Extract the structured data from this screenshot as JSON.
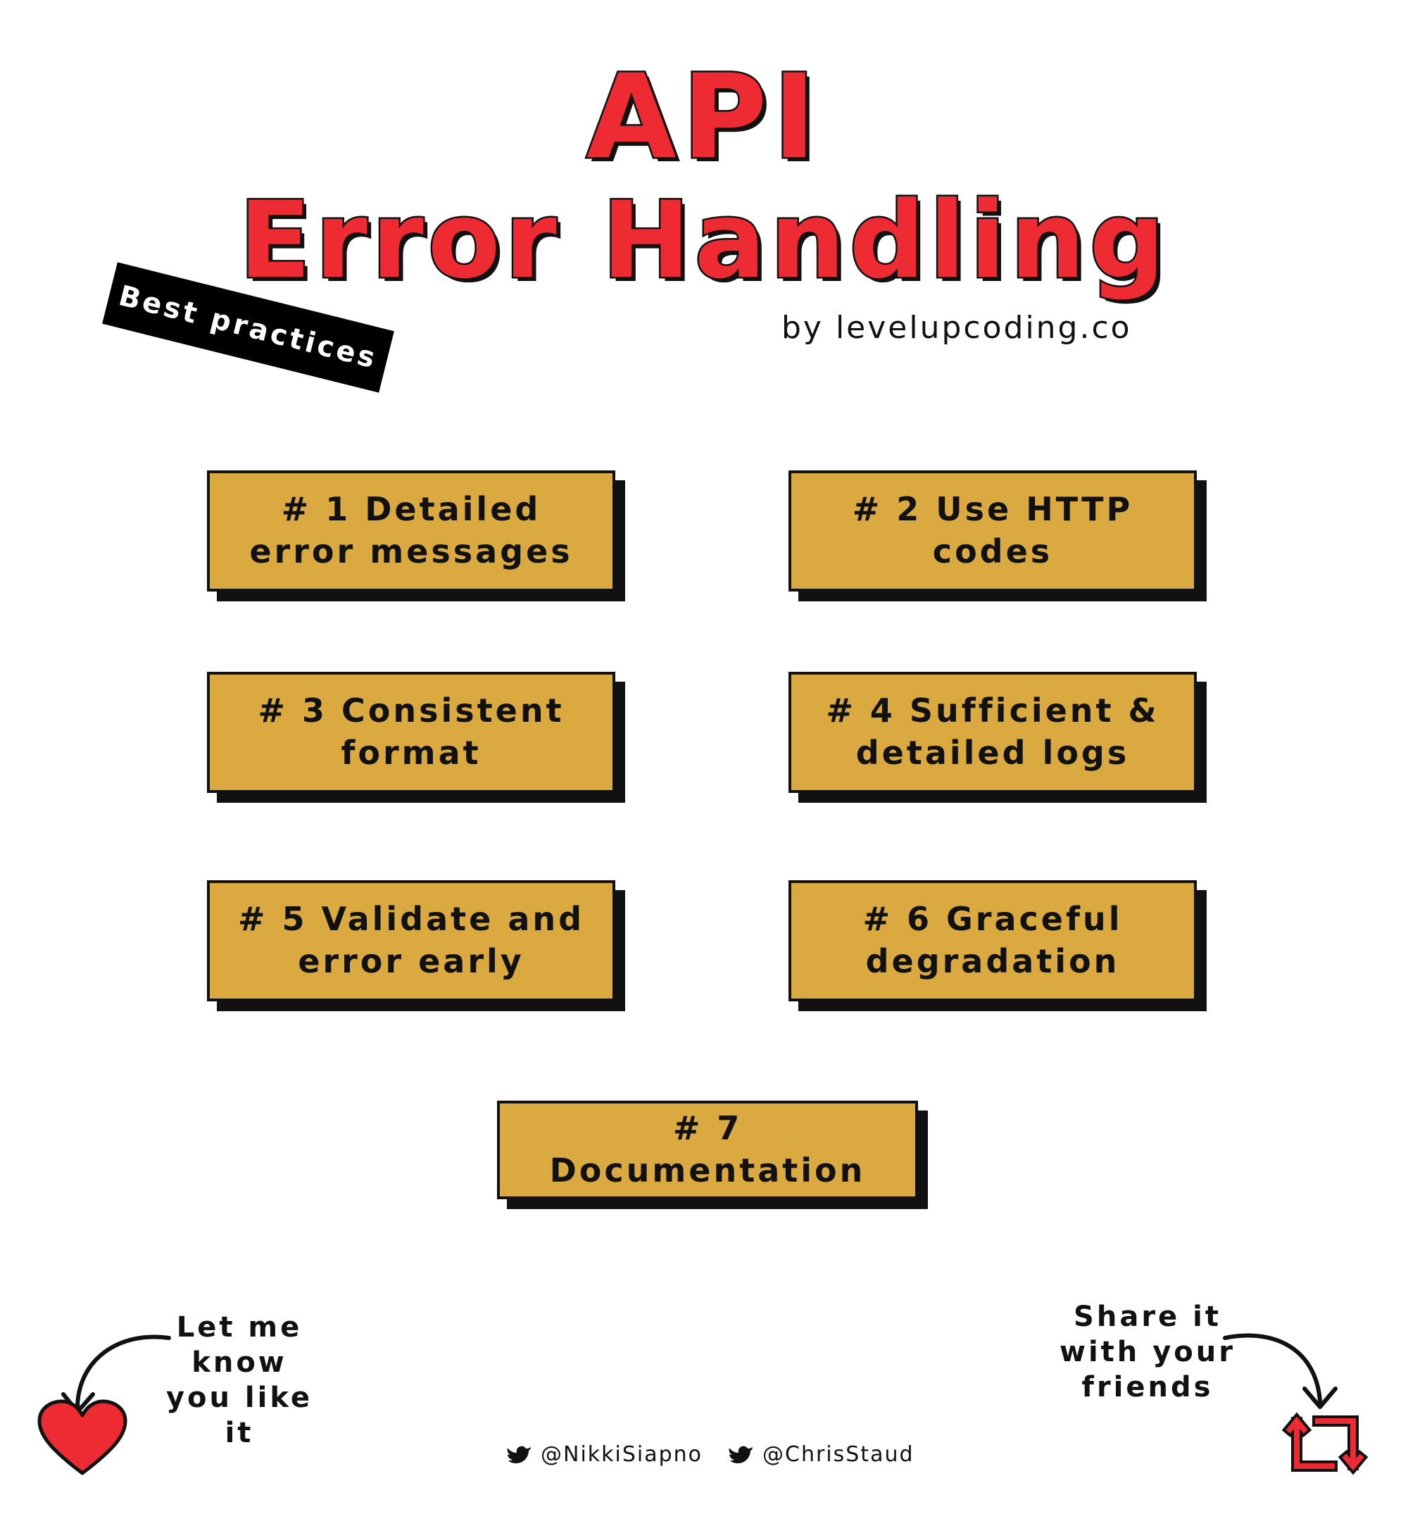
{
  "title": {
    "line1": "API",
    "line2": "Error Handling"
  },
  "byline": "by levelupcoding.co",
  "badge": "Best practices",
  "practices": [
    {
      "label": "# 1  Detailed error messages"
    },
    {
      "label": "# 2  Use HTTP codes"
    },
    {
      "label": "# 3  Consistent format"
    },
    {
      "label": "# 4  Sufficient & detailed logs"
    },
    {
      "label": "# 5  Validate and error early"
    },
    {
      "label": "# 6  Graceful degradation"
    },
    {
      "label": "# 7  Documentation"
    }
  ],
  "footer": {
    "like_text": "Let me know you like it",
    "share_text": "Share it with your friends",
    "handles": [
      "@NikkiSiapno",
      "@ChrisStaud"
    ],
    "icons": [
      "heart-icon",
      "retweet-icon",
      "twitter-bird-icon"
    ]
  },
  "colors": {
    "accent": "#ee2b33",
    "card": "#daa93f",
    "ink": "#111111"
  }
}
